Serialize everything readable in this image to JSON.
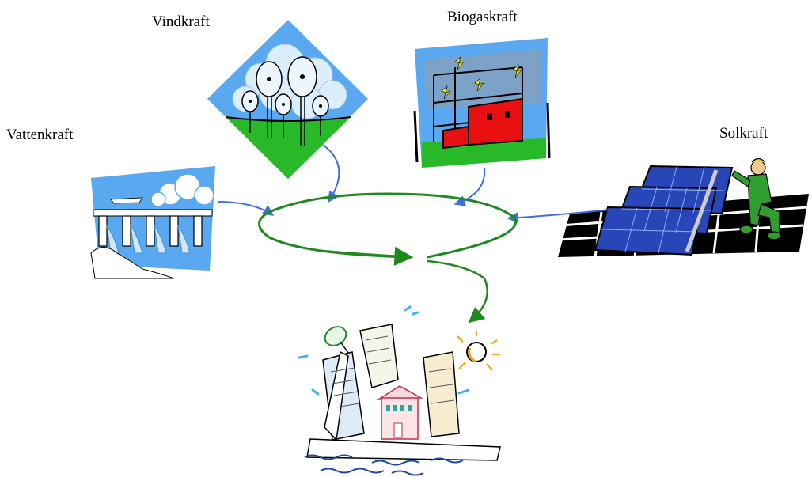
{
  "labels": {
    "wind": "Vindkraft",
    "biogas": "Biogaskraft",
    "hydro": "Vattenkraft",
    "solar": "Solkraft"
  },
  "colors": {
    "input_arrow": "#3d6fe0",
    "grid_loop": "#1e8a1e",
    "sky": "#5aa8ef",
    "grass": "#28b928",
    "building_red": "#e81010"
  },
  "icons": [
    "wind-farm-clipart",
    "biogas-plant-clipart",
    "hydro-dam-clipart",
    "solar-panels-clipart",
    "city-clipart"
  ]
}
